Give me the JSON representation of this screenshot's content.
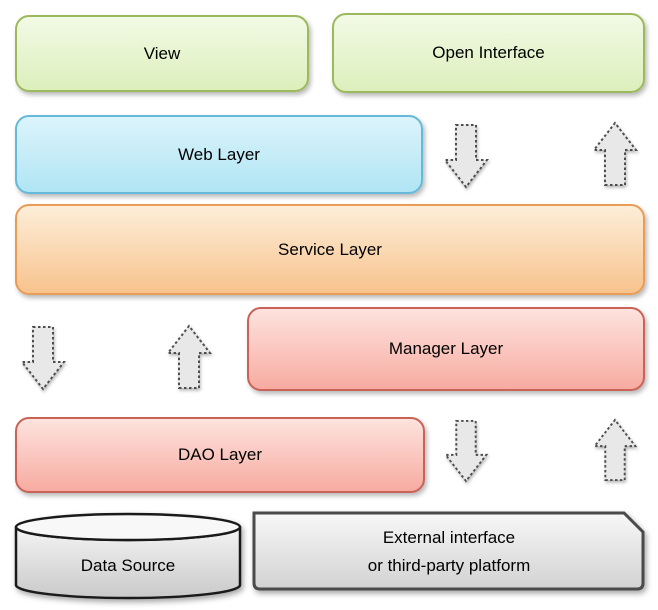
{
  "nodes": {
    "view": {
      "label": "View"
    },
    "open_interface": {
      "label": "Open Interface"
    },
    "web_layer": {
      "label": "Web Layer"
    },
    "service_layer": {
      "label": "Service Layer"
    },
    "manager_layer": {
      "label": "Manager Layer"
    },
    "dao_layer": {
      "label": "DAO Layer"
    },
    "data_source": {
      "label": "Data Source"
    },
    "external_interface": {
      "line1": "External interface",
      "line2": "or third-party platform"
    }
  },
  "arrows": [
    {
      "id": "open-interface-to-service-down-arrow",
      "direction": "down"
    },
    {
      "id": "service-to-open-interface-up-arrow",
      "direction": "up"
    },
    {
      "id": "service-to-dao-down-arrow",
      "direction": "down"
    },
    {
      "id": "dao-to-service-up-arrow",
      "direction": "up"
    },
    {
      "id": "manager-to-external-down-arrow",
      "direction": "down"
    },
    {
      "id": "external-to-manager-up-arrow",
      "direction": "up"
    }
  ],
  "colors": {
    "green_top": "#f2fae5",
    "green_bottom": "#dcefbc",
    "green_border": "#9cb95e",
    "blue_top": "#dcf4fb",
    "blue_bottom": "#b0e5f4",
    "blue_border": "#66b9d9",
    "orange_top": "#fdeed9",
    "orange_bottom": "#f7c38d",
    "orange_border": "#e89c55",
    "pink_top": "#fde3de",
    "pink_bottom": "#f7aba1",
    "pink_border": "#c96257",
    "gray_top": "#f7f7f7",
    "gray_bottom": "#d2d2d2",
    "gray_border": "#4a4a4a",
    "cylinder_border": "#1a1a1a",
    "arrow_fill": "#e8e8e8",
    "arrow_stroke": "#4d4d4d",
    "text": "#000000"
  }
}
